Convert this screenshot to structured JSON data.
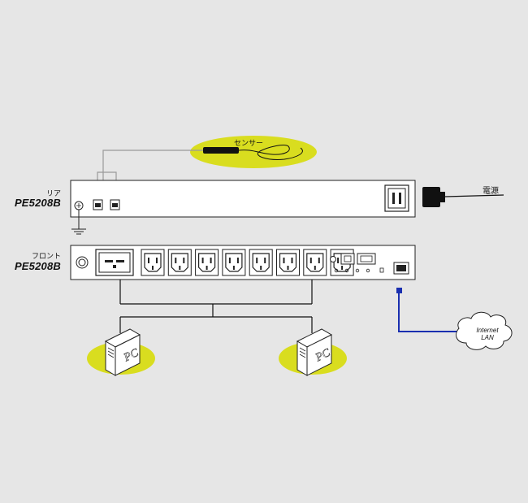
{
  "labels": {
    "sensor": "センサー",
    "rear_label": "リア",
    "rear_model": "PE5208B",
    "front_label": "フロント",
    "front_model": "PE5208B",
    "power": "電源",
    "internet_line1": "Internet",
    "internet_line2": "LAN",
    "pc": "PC"
  },
  "colors": {
    "background": "#e6e6e6",
    "highlight": "#d9dd1f",
    "device_body": "#ffffff",
    "outline": "#222222",
    "lan_cable": "#1a2fb0",
    "sensor_cable": "#9a9a9a"
  },
  "front_outlets": {
    "c19_count": 1,
    "c13_count": 8
  }
}
